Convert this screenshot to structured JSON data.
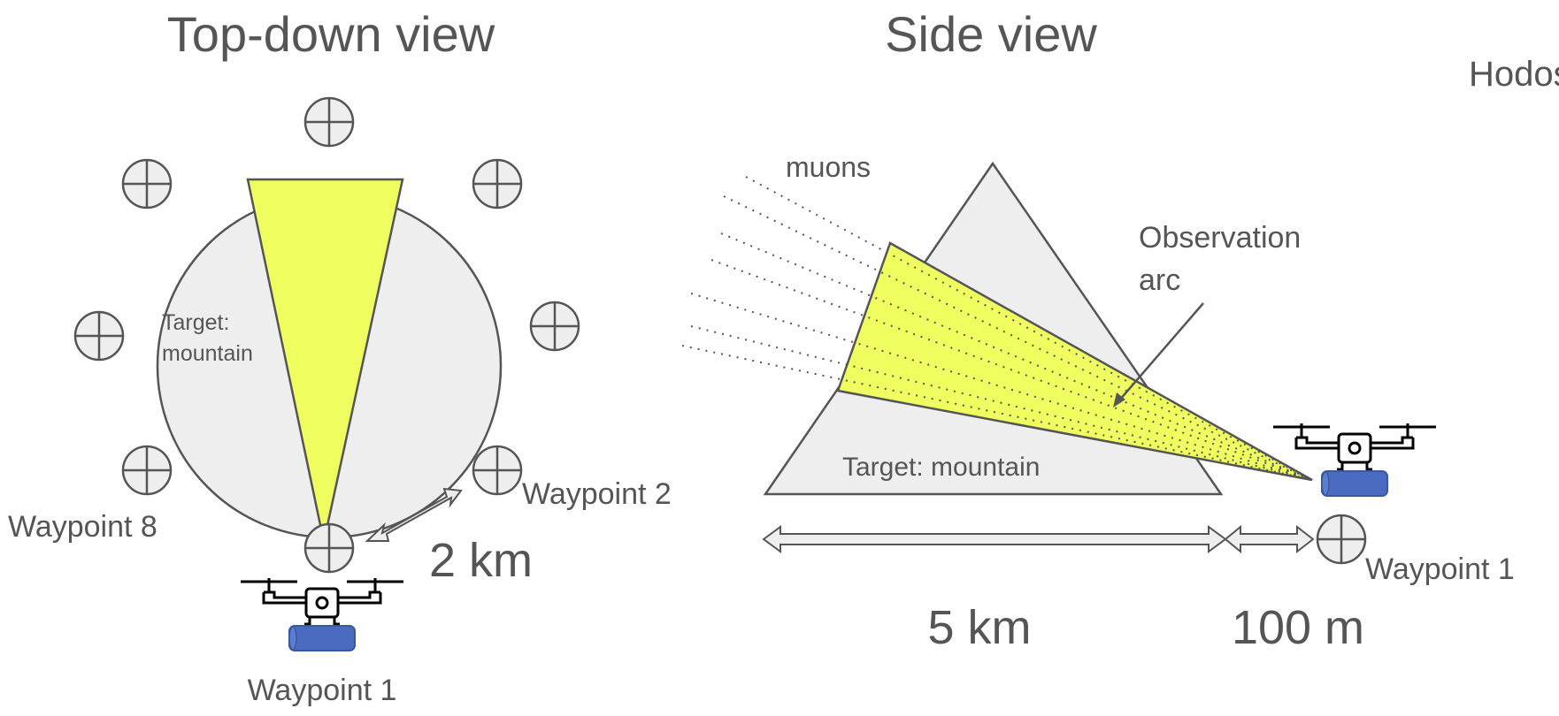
{
  "top_view": {
    "title": "Top-down view",
    "target_label_line1": "Target:",
    "target_label_line2": "mountain",
    "waypoint_8": "Waypoint 8",
    "waypoint_2": "Waypoint 2",
    "waypoint_1": "Waypoint 1",
    "distance": "2 km"
  },
  "side_view": {
    "title": "Side view",
    "muons": "muons",
    "observation_line1": "Observation",
    "observation_line2": "arc",
    "target_label": "Target: mountain",
    "waypoint_1": "Waypoint 1",
    "distance_mountain": "5 km",
    "distance_offset": "100 m"
  },
  "cropped_label": "Hodos",
  "colors": {
    "beam": "#f0ff60",
    "mountain": "#eeeeee",
    "outline": "#555555",
    "detector": "#4a6cc0"
  }
}
